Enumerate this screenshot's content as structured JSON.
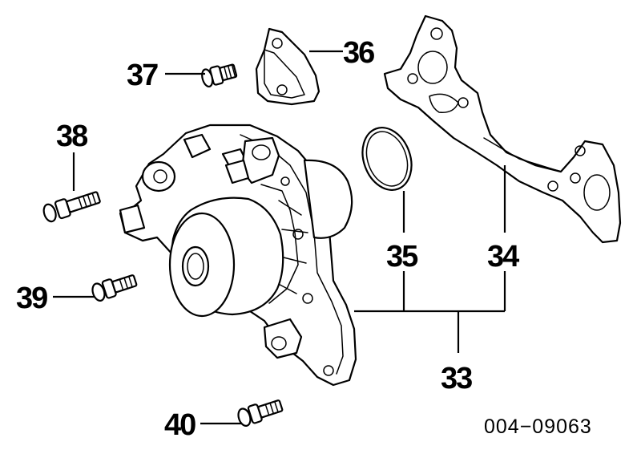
{
  "callouts": {
    "c33": "33",
    "c34": "34",
    "c35": "35",
    "c36": "36",
    "c37": "37",
    "c38": "38",
    "c39": "39",
    "c40": "40"
  },
  "reference_number": "004−09063",
  "parts": [
    "water-pump",
    "pump-gasket",
    "o-ring",
    "bracket",
    "bolt-37",
    "bolt-38",
    "bolt-39",
    "bolt-40"
  ]
}
